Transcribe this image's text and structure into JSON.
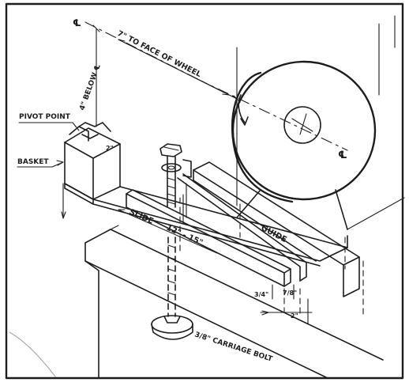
{
  "drawing": {
    "labels": {
      "centerline_top": "℄",
      "dim_to_face": "7\" TO FACE OF WHEEL",
      "dim_below": "4\" BELOW ℄",
      "pivot_point": "PIVOT POINT",
      "basket": "BASKET",
      "block_dim": "2\"",
      "slide": "SLIDE",
      "slide_dim": "12\" - 15\"",
      "guide": "GUIDE",
      "centerline_wheel": "℄",
      "dim_3_4": "3/4\"",
      "dim_7_8": "7/8\"",
      "dim_2": "2\"",
      "bolt": "3/8\" CARRIAGE BOLT"
    },
    "colors": {
      "ink": "#1d1d1d",
      "paper": "#ffffff"
    }
  }
}
